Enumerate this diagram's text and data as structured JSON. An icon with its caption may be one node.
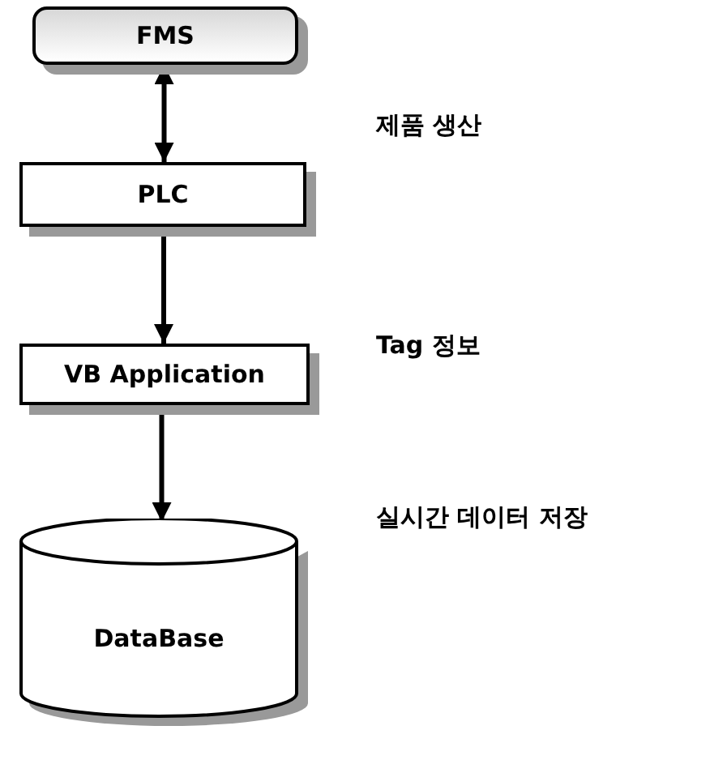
{
  "diagram": {
    "nodes": [
      {
        "text": [
          "FMS"
        ]
      },
      {
        "text": [
          "PLC"
        ]
      },
      {
        "text": [
          "VB Application"
        ]
      },
      {
        "text": [
          "DataBase"
        ]
      }
    ],
    "edges": [
      {
        "from": 0,
        "to": 1,
        "arrow": "both"
      },
      {
        "from": 1,
        "to": 2,
        "arrow": "to"
      },
      {
        "from": 2,
        "to": 3,
        "arrow": "to"
      }
    ],
    "labels": [
      "제품 생산",
      "Tag 정보",
      "실시간 데이터 저장"
    ]
  }
}
